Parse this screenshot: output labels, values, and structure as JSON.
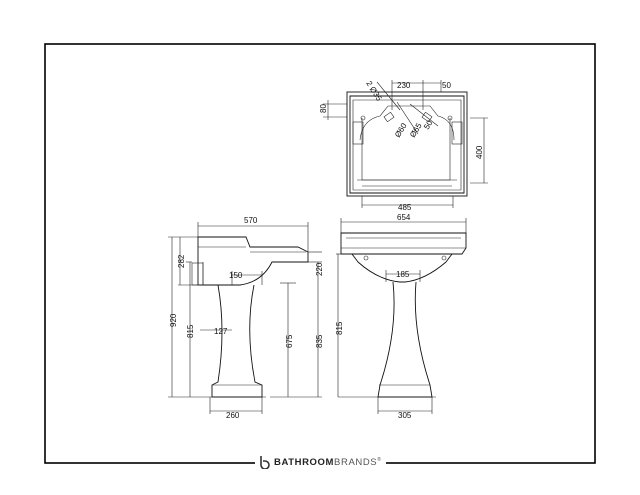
{
  "brand": {
    "logo_icon": "b-circle-logo",
    "name_bold": "BATHROOM",
    "name_light": "BRANDS",
    "registered": "®"
  },
  "plan_view": {
    "dims": {
      "top_width": "230",
      "top_offset": "50",
      "left_height": "80",
      "right_height": "400",
      "bottom_width": "485",
      "tap_holes": "2 Ø35",
      "waste": "Ø60",
      "overflow_a": "Ø65",
      "overflow_b": "50"
    }
  },
  "side_view": {
    "dims": {
      "top_width": "570",
      "height_282": "282",
      "height_220": "220",
      "pedestal_top": "150",
      "total_920": "920",
      "height_815": "815",
      "pedestal_127": "127",
      "height_675": "675",
      "height_835": "835",
      "base_260": "260"
    }
  },
  "front_view": {
    "dims": {
      "top_width": "654",
      "height_815": "815",
      "pedestal_185": "185",
      "base_305": "305"
    }
  }
}
